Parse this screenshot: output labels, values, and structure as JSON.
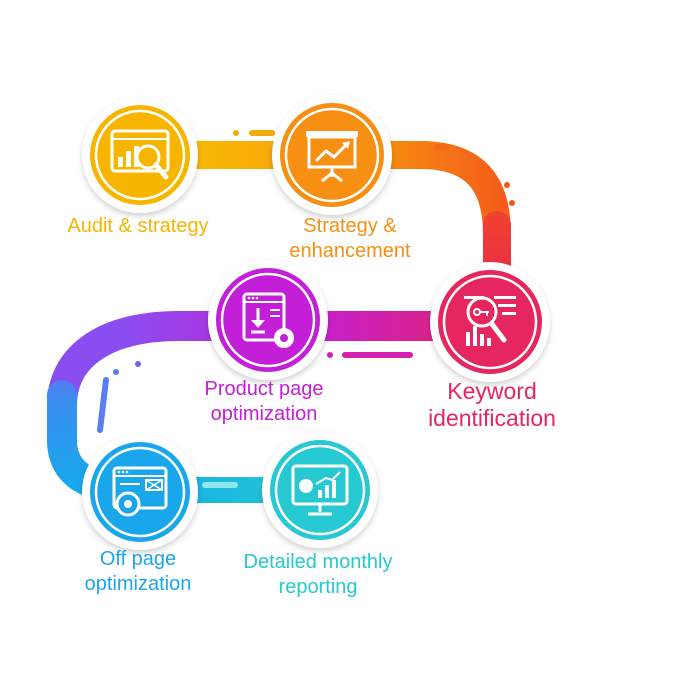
{
  "steps": [
    {
      "id": "audit",
      "label_lines": [
        "Audit & strategy"
      ],
      "color": "#f7b500",
      "icon": "analytics-magnifier-icon"
    },
    {
      "id": "strategy",
      "label_lines": [
        "Strategy &",
        "enhancement"
      ],
      "color": "#f68f12",
      "icon": "presentation-chart-icon"
    },
    {
      "id": "keyword",
      "label_lines": [
        "Keyword",
        "identification"
      ],
      "color": "#e5265f",
      "icon": "keyword-search-icon"
    },
    {
      "id": "product",
      "label_lines": [
        "Product page",
        "optimization"
      ],
      "color": "#c31ed8",
      "icon": "page-settings-icon"
    },
    {
      "id": "offpage",
      "label_lines": [
        "Off page",
        "optimization"
      ],
      "color": "#1aa6ea",
      "icon": "browser-settings-icon"
    },
    {
      "id": "reporting",
      "label_lines": [
        "Detailed monthly",
        "reporting"
      ],
      "color": "#26c9d2",
      "icon": "monitor-chart-icon"
    }
  ]
}
